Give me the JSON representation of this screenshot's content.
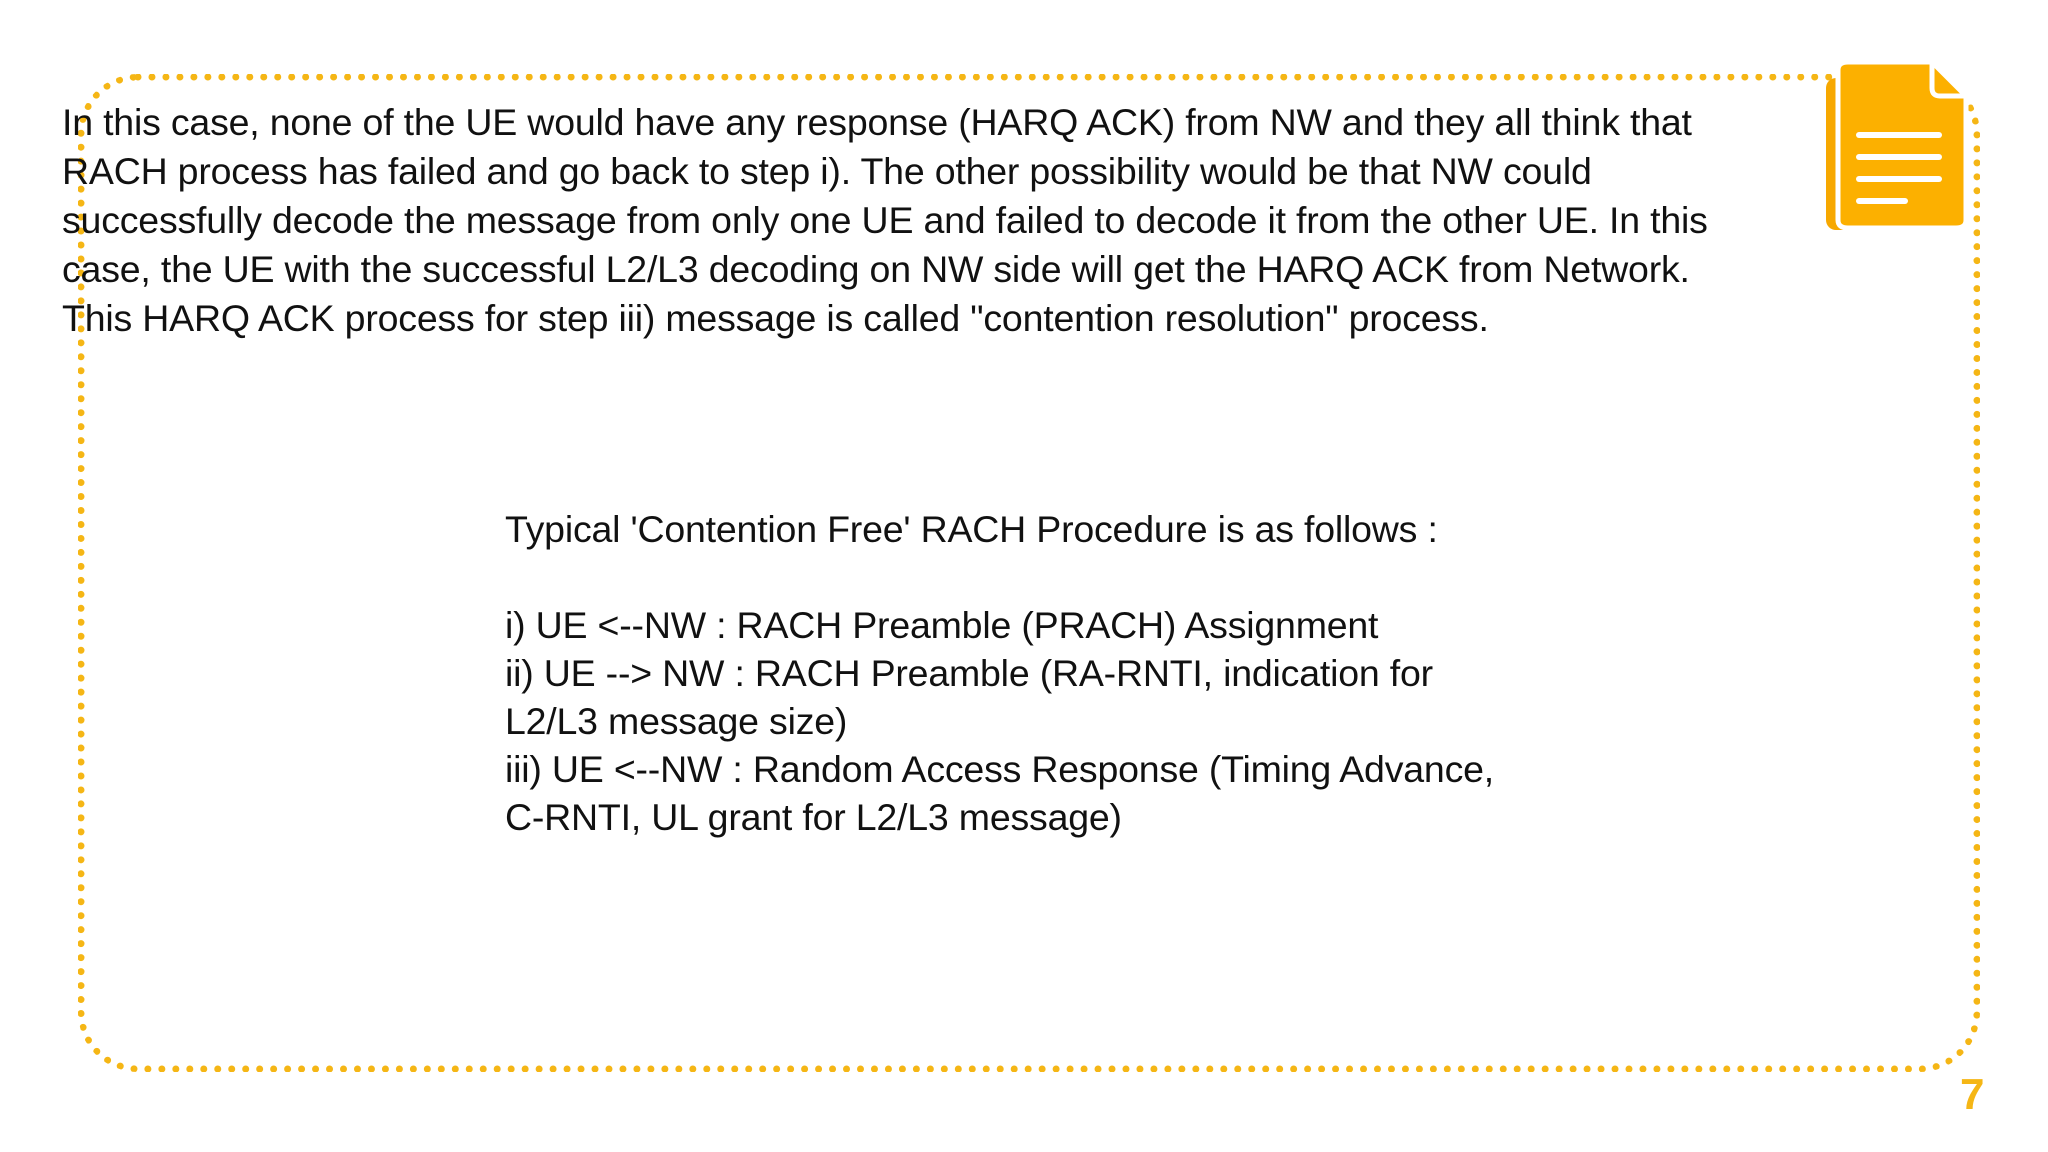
{
  "slide": {
    "page_number": "7",
    "accent_color": "#F5B615",
    "background_color": "#FFFFFF",
    "text_color": "#111111"
  },
  "body": {
    "paragraph": "In this case, none of the UE would have any response (HARQ ACK) from NW and they all think that RACH process has failed and go back to step i). The other possibility would be that NW could successfully decode the message from only one UE and failed to decode it from the other UE. In this case, the UE with the successful L2/L3 decoding on NW side will get the HARQ ACK from Network. This HARQ ACK process for step iii) message is called \"contention resolution\" process."
  },
  "procedure": {
    "heading": "Typical 'Contention Free' RACH Procedure is as follows :",
    "steps": [
      "i) UE <--NW : RACH Preamble (PRACH) Assignment",
      "ii) UE --> NW : RACH Preamble (RA-RNTI, indication for L2/L3 message size)",
      "iii) UE <--NW : Random Access Response (Timing Advance, C-RNTI, UL grant for L2/L3 message)"
    ]
  },
  "icons": {
    "document": "document-icon"
  }
}
